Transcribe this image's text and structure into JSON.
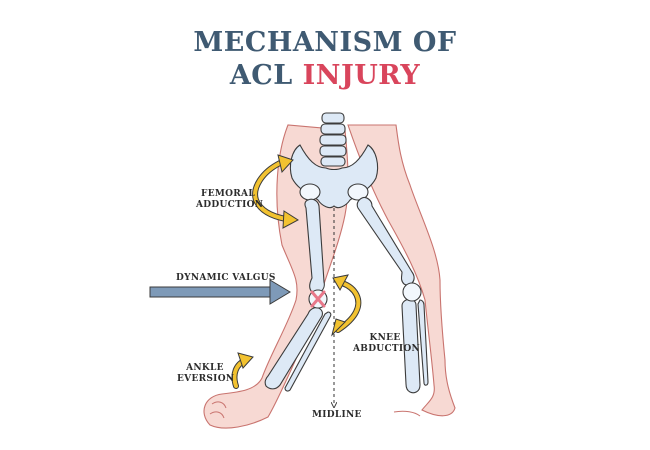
{
  "title": {
    "line1": "MECHANISM OF",
    "line2_part1": "ACL",
    "line2_part2": "INJURY"
  },
  "labels": {
    "femoral_adduction_1": "FEMORAL",
    "femoral_adduction_2": "ADDUCTION",
    "dynamic_valgus": "DYNAMIC VALGUS",
    "knee_abduction_1": "KNEE",
    "knee_abduction_2": "ABDUCTION",
    "ankle_eversion_1": "ANKLE",
    "ankle_eversion_2": "EVERSION",
    "midline": "MIDLINE"
  },
  "colors": {
    "title": "#3f5a72",
    "title_accent": "#d9455c",
    "skin": "#f7d9d3",
    "bone": "#dde9f6",
    "bone_outline": "#3b3b3b",
    "arrow_yellow": "#f2c230",
    "arrow_blue": "#7e9ab8",
    "ligament": "#e8788a"
  }
}
